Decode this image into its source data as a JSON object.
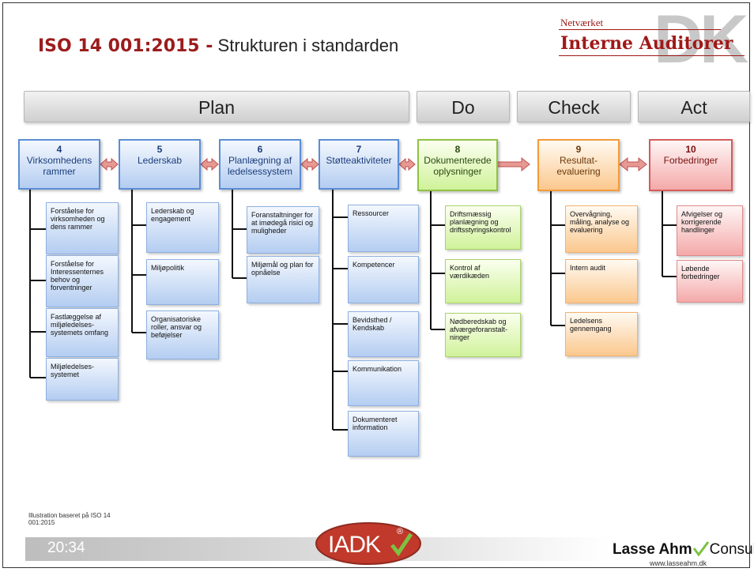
{
  "header": {
    "title_bold": "ISO 14 001:2015 -",
    "title_rest": " Strukturen i standarden"
  },
  "logo": {
    "top": "Netværket",
    "main_a": "Interne Au",
    "main_b": "ditorer",
    "dk": "DK"
  },
  "phases": [
    {
      "label": "Plan"
    },
    {
      "label": "Do"
    },
    {
      "label": "Check"
    },
    {
      "label": "Act"
    }
  ],
  "clauses": [
    {
      "num": "4",
      "label": "Virksomhedens rammer",
      "color": "blue",
      "subs": [
        "Forståelse for virksomheden og dens rammer",
        "Forståelse for Interessenternes behov og forventninger",
        "Fastlæggelse af miljøledelses-systemets omfang",
        "Miljøledelses-systemet"
      ]
    },
    {
      "num": "5",
      "label": "Lederskab",
      "color": "blue",
      "subs": [
        "Lederskab og engagement",
        "Miljøpolitik",
        "Organisatoriske roller, ansvar og beføjelser"
      ]
    },
    {
      "num": "6",
      "label": "Planlægning af ledelsessystem",
      "color": "blue",
      "subs": [
        "Foranstaltninger for at imødegå risici og muligheder",
        "Miljømål og plan for opnåelse"
      ]
    },
    {
      "num": "7",
      "label": "Støtteaktiviteter",
      "color": "blue",
      "subs": [
        "Ressourcer",
        "Kompetencer",
        "Bevidsthed / Kendskab",
        "Kommunikation",
        "Dokumenteret information"
      ]
    },
    {
      "num": "8",
      "label": "Dokumenterede oplysninger",
      "color": "green",
      "subs": [
        "Driftsmæssig planlægning og driftsstyringskontrol",
        "Kontrol af værdikæden",
        "Nødberedskab og afværgeforanstalt-ninger"
      ]
    },
    {
      "num": "9",
      "label": "Resultat-evaluering",
      "color": "orange",
      "subs": [
        "Overvågning, måling, analyse og evaluering",
        "Intern audit",
        "Ledelsens gennemgang"
      ]
    },
    {
      "num": "10",
      "label": "Forbedringer",
      "color": "red",
      "subs": [
        "Afvigelser og korrigerende handlinger",
        "Løbende forbedringer"
      ]
    }
  ],
  "footer": {
    "note": "Illustration baseret på ISO 14 001:2015",
    "time": "20:34",
    "iadk": "IADK",
    "registered": "®",
    "lasse_bold": "Lasse Ahm",
    "consult": "Consult",
    "url": "www.lasseahm.dk"
  },
  "colors": {
    "title_red": "#9b1c1c",
    "blue": "#5b8ed6",
    "green": "#8fc244",
    "orange": "#f49a3c",
    "red": "#d55b5b",
    "iadk_red": "#c0392b",
    "check_green": "#7cc242"
  }
}
